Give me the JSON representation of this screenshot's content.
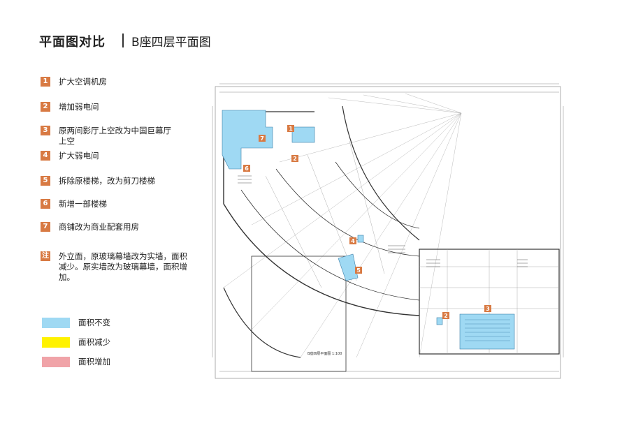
{
  "header": {
    "title": "平面图对比",
    "subtitle": "B座四层平面图"
  },
  "items": [
    {
      "num": "1",
      "text": "扩大空调机房"
    },
    {
      "num": "2",
      "text": "增加弱电间"
    },
    {
      "num": "3",
      "text": "原两间影厅上空改为中国巨幕厅上空"
    },
    {
      "num": "4",
      "text": "扩大弱电间"
    },
    {
      "num": "5",
      "text": "拆除原楼梯，改为剪刀楼梯"
    },
    {
      "num": "6",
      "text": "新增一部楼梯"
    },
    {
      "num": "7",
      "text": "商铺改为商业配套用房"
    }
  ],
  "note": {
    "badge": "注",
    "text": "外立面，原玻璃幕墙改为实墙，面积减少。原实墙改为玻璃幕墙，面积增加。"
  },
  "swatches": [
    {
      "label": "面积不变",
      "color": "#9fd9f3"
    },
    {
      "label": "面积减少",
      "color": "#fff200"
    },
    {
      "label": "面积增加",
      "color": "#f0a3a8"
    }
  ],
  "colors": {
    "badge": "#d87a43",
    "highlight": "#9fd9f3"
  },
  "plan": {
    "markers": [
      "7",
      "1",
      "2",
      "6",
      "4",
      "5",
      "2",
      "3"
    ],
    "caption": "B座四层平面图 1:100"
  }
}
